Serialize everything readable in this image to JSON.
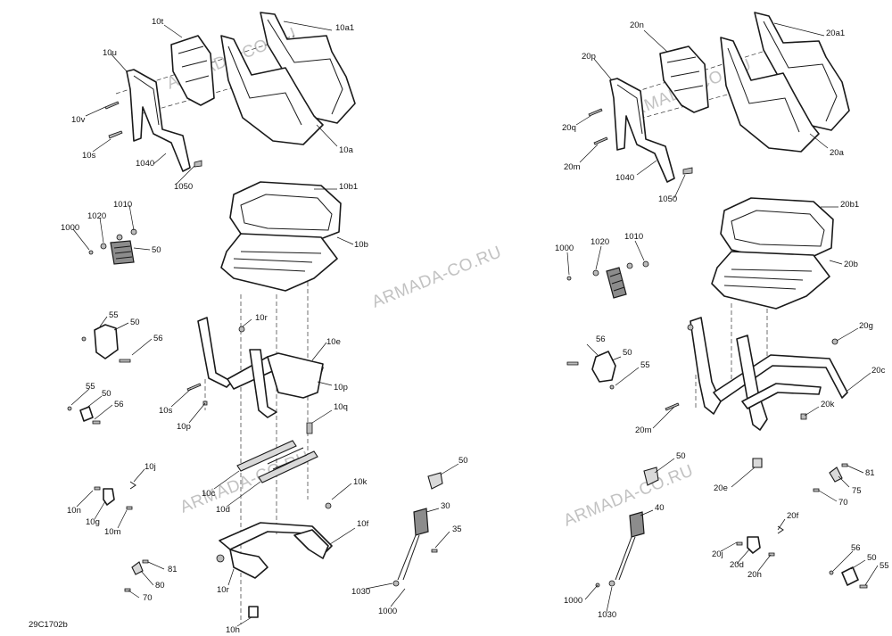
{
  "diagram_code": "29C1702b",
  "watermark": "ARMADA-CO.RU",
  "callouts": {
    "l_10t": "10t",
    "l_10a1": "10a1",
    "l_10u": "10u",
    "l_10v": "10v",
    "l_10a": "10a",
    "l_10s_top": "10s",
    "l_1040": "1040",
    "l_1050": "1050",
    "l_10b1": "10b1",
    "l_10b": "10b",
    "l_1010": "1010",
    "l_1020": "1020",
    "l_1000_top": "1000",
    "l_50_buckle": "50",
    "l_55_a": "55",
    "l_50_a": "50",
    "l_56_a": "56",
    "l_55_b": "55",
    "l_50_b": "50",
    "l_56_b": "56",
    "l_10r_top": "10r",
    "l_10e": "10e",
    "l_10p_right": "10p",
    "l_10s_mid": "10s",
    "l_10p_left": "10p",
    "l_10q": "10q",
    "l_10j": "10j",
    "l_10n": "10n",
    "l_10g": "10g",
    "l_10m": "10m",
    "l_10c": "10c",
    "l_10d": "10d",
    "l_10k": "10k",
    "l_10f": "10f",
    "l_81": "81",
    "l_80": "80",
    "l_70": "70",
    "l_10r_bot": "10r",
    "l_10h": "10h",
    "l_50_belt": "50",
    "l_30": "30",
    "l_35": "35",
    "l_1030": "1030",
    "l_1000_bot": "1000",
    "r_20n": "20n",
    "r_20a1": "20a1",
    "r_20p": "20p",
    "r_20q": "20q",
    "r_20a": "20a",
    "r_20m_top": "20m",
    "r_1040": "1040",
    "r_1050": "1050",
    "r_20b1": "20b1",
    "r_20b": "20b",
    "r_1000_top": "1000",
    "r_1020": "1020",
    "r_1010": "1010",
    "r_56": "56",
    "r_50_a": "50",
    "r_55": "55",
    "r_20g": "20g",
    "r_20c": "20c",
    "r_20k": "20k",
    "r_20m_mid": "20m",
    "r_50_belt": "50",
    "r_20e": "20e",
    "r_81": "81",
    "r_75": "75",
    "r_70": "70",
    "r_40": "40",
    "r_20f": "20f",
    "r_20j": "20j",
    "r_20d": "20d",
    "r_20h": "20h",
    "r_1000_bot": "1000",
    "r_1030": "1030",
    "r_56_b": "56",
    "r_50_b": "50",
    "r_55_b": "55"
  }
}
